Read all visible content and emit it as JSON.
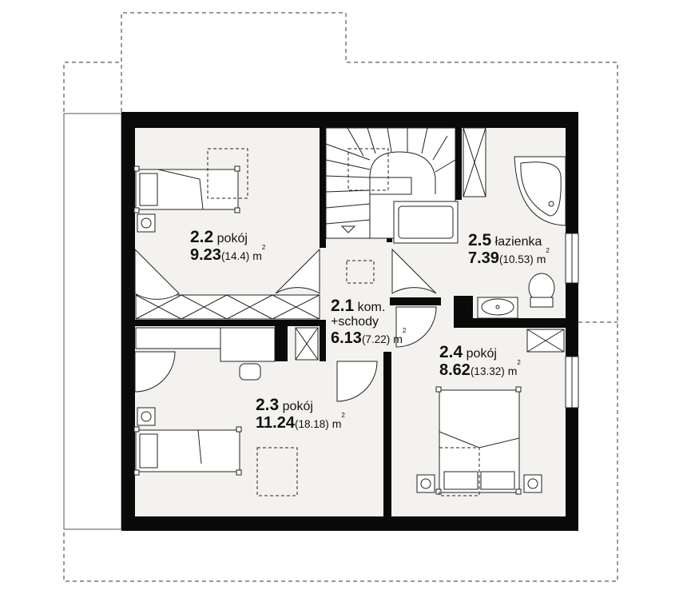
{
  "rooms": [
    {
      "id": "2.2",
      "name": "pokój",
      "area": "9.23",
      "area_gross": "(14.4)",
      "unit": "m",
      "unit_exp": "2"
    },
    {
      "id": "2.5",
      "name": "łazienka",
      "area": "7.39",
      "area_gross": "(10.53)",
      "unit": "m",
      "unit_exp": "2"
    },
    {
      "id": "2.1",
      "name": "kom.",
      "name2": "+schody",
      "area": "6.13",
      "area_gross": "(7.22)",
      "unit": "m",
      "unit_exp": "2"
    },
    {
      "id": "2.4",
      "name": "pokój",
      "area": "8.62",
      "area_gross": "(13.32)",
      "unit": "m",
      "unit_exp": "2"
    },
    {
      "id": "2.3",
      "name": "pokój",
      "area": "11.24",
      "area_gross": "(18.18)",
      "unit": "m",
      "unit_exp": "2"
    }
  ],
  "colors": {
    "wall": "#0a0a0a",
    "floor": "#f4f2ef",
    "line": "#222222",
    "dash": "#333333"
  }
}
